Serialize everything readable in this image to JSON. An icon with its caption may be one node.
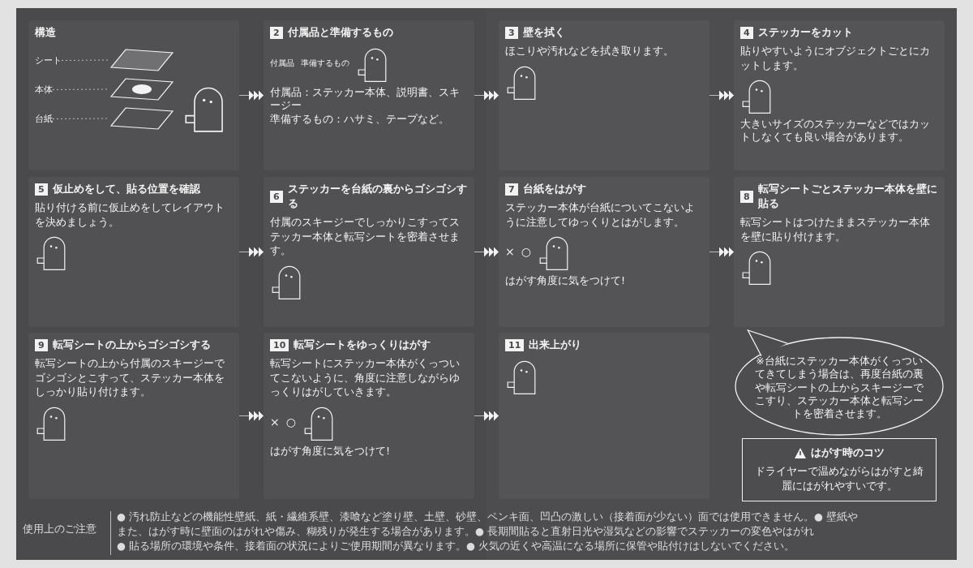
{
  "diagram": {
    "nodes": [
      {
        "text": [
          "構造"
        ]
      },
      {
        "text": [
          "シート"
        ],
        "in": 0
      },
      {
        "text": [
          "本体"
        ],
        "in": 0
      },
      {
        "text": [
          "台紙"
        ],
        "in": 0
      },
      {
        "text": [],
        "shape": "picture",
        "in": 0
      },
      {
        "text": [],
        "shape": "picture",
        "in": 0
      },
      {
        "text": [],
        "shape": "picture",
        "in": 0
      },
      {
        "text": [
          "2",
          "付属品と準備するもの",
          "付属品",
          "準備するもの",
          "付属品：ステッカー本体、説明書、スキージー",
          "準備するもの：ハサミ、テープなど。"
        ]
      },
      {
        "text": [
          "5",
          "仮止めをして、貼る位置を確認",
          "貼り付ける前に仮止めをしてレイアウトを決めましょう。"
        ]
      },
      {
        "text": [
          "6",
          "ステッカーを台紙の裏からゴシゴシする",
          "付属のスキージーでしっかりこすってステッカー本体と転写シートを密着させます。"
        ]
      },
      {
        "text": [
          "9",
          "転写シートの上からゴシゴシする",
          "転写シートの上から付属のスキージーでゴシゴシとこすって、ステッカー本体をしっかり貼り付けます。"
        ]
      },
      {
        "text": [
          "10",
          "転写シートをゆっくりはがす",
          "転写シートにステッカー本体がくっついてこないように、角度に注意しながらゆっくりはがしていきます。",
          "×",
          "○",
          "はがす角度に気をつけて!"
        ]
      },
      {
        "text": [
          "3",
          "壁を拭く",
          "ほこりや汚れなどを拭き取ります。"
        ]
      },
      {
        "text": [
          "4",
          "ステッカーをカット",
          "貼りやすいようにオブジェクトごとにカットします。",
          "大きいサイズのステッカーなどではカットしなくても良い場合があります。"
        ]
      },
      {
        "text": [
          "7",
          "台紙をはがす",
          "ステッカー本体が台紙についてこないように注意してゆっくりとはがします。",
          "×",
          "○",
          "はがす角度に気をつけて!"
        ]
      },
      {
        "text": [
          "※台紙にステッカー本体がくっついてきてしまう場合は、再度台紙の裏や転写シートの上からスキージーでこすり、ステッカー本体と転写シートを密着させます。"
        ]
      },
      {
        "text": [
          "8",
          "転写シートごとステッカー本体を壁に貼る",
          "転写シートはつけたままステッカー本体を壁に貼り付けます。"
        ]
      },
      {
        "text": [
          "11",
          "出来上がり"
        ]
      },
      {
        "text": [
          "はがす時のコツ",
          "ドライヤーで温めながらはがすと綺麗にはがれやすいです。"
        ]
      }
    ],
    "edges": [
      {
        "from": 1,
        "to": 4,
        "arrow": "none",
        "style": "dashed"
      },
      {
        "from": 2,
        "to": 5,
        "arrow": "none",
        "style": "dashed"
      },
      {
        "from": 3,
        "to": 6,
        "arrow": "none",
        "style": "dashed"
      },
      {
        "from": 0,
        "to": 7,
        "arrow": "to"
      },
      {
        "from": 8,
        "to": 9,
        "arrow": "to"
      },
      {
        "from": 10,
        "to": 11,
        "arrow": "to"
      },
      {
        "from": 7,
        "to": 12,
        "arrow": "to"
      },
      {
        "from": 12,
        "to": 13,
        "arrow": "to"
      },
      {
        "from": 9,
        "to": 14,
        "arrow": "to"
      },
      {
        "from": 14,
        "to": 16,
        "arrow": "to"
      },
      {
        "from": 11,
        "to": 17,
        "arrow": "to"
      }
    ],
    "labels": [
      "使用上のご注意",
      "● 汚れ防止などの機能性壁紙、紙・繊維系壁、漆喰など塗り壁、土壁、砂壁、ペンキ面、凹凸の激しい（接着面が少ない）面では使用できません。● 壁紙や",
      "また、はがす時に壁面のはがれや傷み、糊残りが発生する場合があります。● 長期間貼ると直射日光や湿気などの影響でステッカーの変色やはがれ",
      "● 貼る場所の環境や条件、接着面の状況によりご使用期間が異なります。● 火気の近くや高温になる場所に保管や貼付けはしないでください。"
    ]
  }
}
